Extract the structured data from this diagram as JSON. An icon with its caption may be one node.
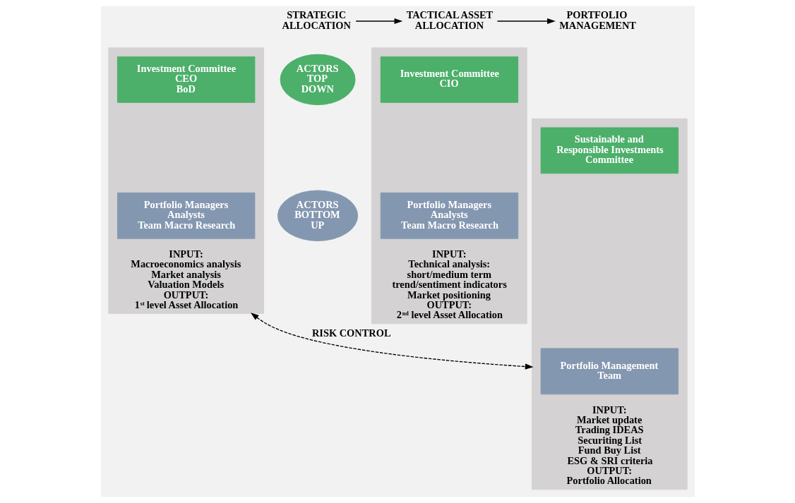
{
  "diagram": {
    "nodes": [
      {
        "text": [
          "STRATEGIC ALLOCATION"
        ]
      },
      {
        "text": [
          "TACTICAL ASSET ALLOCATION"
        ]
      },
      {
        "text": [
          "PORTFOLIO MANAGEMENT"
        ]
      },
      {
        "text": [
          "ACTORS TOP DOWN"
        ]
      },
      {
        "text": [
          "ACTORS BOTTOM UP"
        ]
      },
      {
        "text": [
          "INPUT:",
          "Macroeconomics analysis",
          "Market analysis",
          "Valuation Models",
          "OUTPUT:",
          "1$^{st}$ level Asset Allocation"
        ]
      },
      {
        "text": [
          "Investment Committee",
          "CEO",
          "BoD"
        ],
        "in": 5
      },
      {
        "text": [
          "Portfolio Managers",
          "Analysts",
          "Team Macro Research"
        ],
        "in": 5
      },
      {
        "text": [
          "INPUT:",
          "Technical analysis:",
          "short/medium term",
          "trend/sentiment indicators",
          "Market positioning",
          "OUTPUT:",
          "2$^{nd}$ level Asset Allocation"
        ]
      },
      {
        "text": [
          "Investment Committee",
          "CIO"
        ],
        "in": 8
      },
      {
        "text": [
          "Portfolio Managers",
          "Analysts",
          "Team Macro Research"
        ],
        "in": 8
      },
      {
        "text": [
          "INPUT:",
          "Market update",
          "Trading IDEAS",
          "Securiting List",
          "Fund Buy List",
          "ESG & SRI criteria",
          "OUTPUT:",
          "Portfolio Allocation"
        ]
      },
      {
        "text": [
          "Sustainable and Responsible Investments Committee"
        ],
        "in": 11
      },
      {
        "text": [
          "Portfolio Management Team"
        ],
        "in": 11
      }
    ],
    "edges": [
      {
        "from": 0,
        "to": 1,
        "arrow": "to"
      },
      {
        "from": 1,
        "to": 2,
        "arrow": "to"
      },
      {
        "from": 5,
        "to": 11,
        "arrow": "both",
        "style": "dashed",
        "label": "RISK CONTROL"
      }
    ]
  }
}
